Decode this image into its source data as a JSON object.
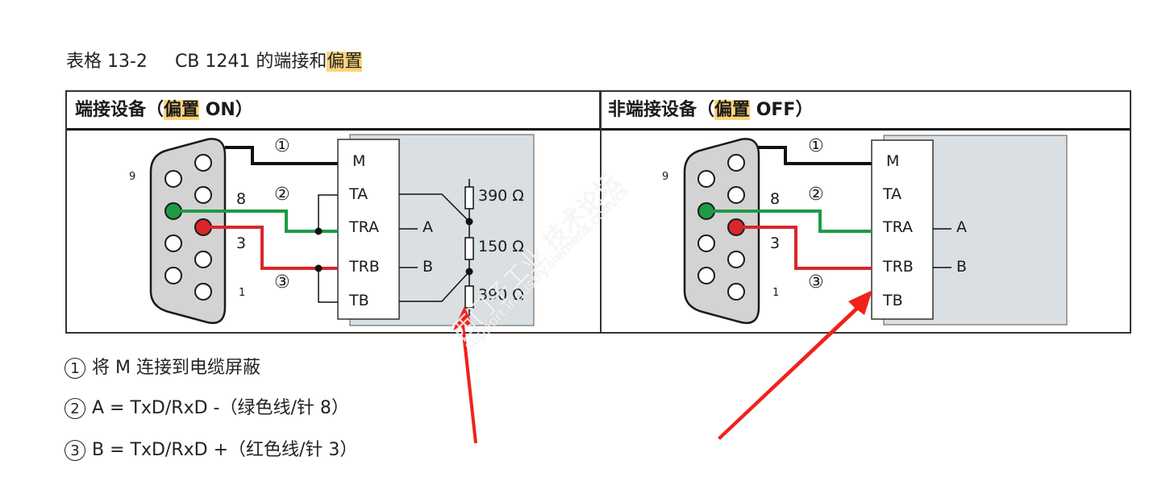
{
  "caption": {
    "table_number": "表格 13-2",
    "title_prefix": "CB 1241 的端接和",
    "title_highlight": "偏置"
  },
  "table": {
    "columns": [
      {
        "header_prefix": "端接设备（",
        "header_highlight": "偏置",
        "header_suffix": " ON）"
      },
      {
        "header_prefix": "非端接设备（",
        "header_highlight": "偏置",
        "header_suffix": " OFF）"
      }
    ],
    "diagram": {
      "connector_pin_labels": {
        "pin9": "9",
        "pin8": "8",
        "pin3": "3",
        "pin1": "1"
      },
      "callouts": [
        "①",
        "②",
        "③"
      ],
      "terminals": [
        "M",
        "TA",
        "TRA",
        "TRB",
        "TB"
      ],
      "signal_labels": {
        "a": "A",
        "b": "B"
      },
      "resistors": [
        "390 Ω",
        "150 Ω",
        "390 Ω"
      ],
      "wire_colors": {
        "shield": "#111111",
        "a_green": "#1f9a45",
        "b_red": "#d9262b"
      },
      "panel_color": "#d9dfe3",
      "annotation_arrow_color": "#f0221b"
    }
  },
  "legend": [
    {
      "num": "1",
      "text": "将 M 连接到电缆屏蔽"
    },
    {
      "num": "2",
      "text": "A = TxD/RxD -（绿色线/针 8）"
    },
    {
      "num": "3",
      "text": "B = TxD/RxD +（红色线/针 3）"
    }
  ],
  "watermark": {
    "line1": "西门子工业  技术论坛",
    "line2": "support.industry.siemens.com/cs"
  }
}
